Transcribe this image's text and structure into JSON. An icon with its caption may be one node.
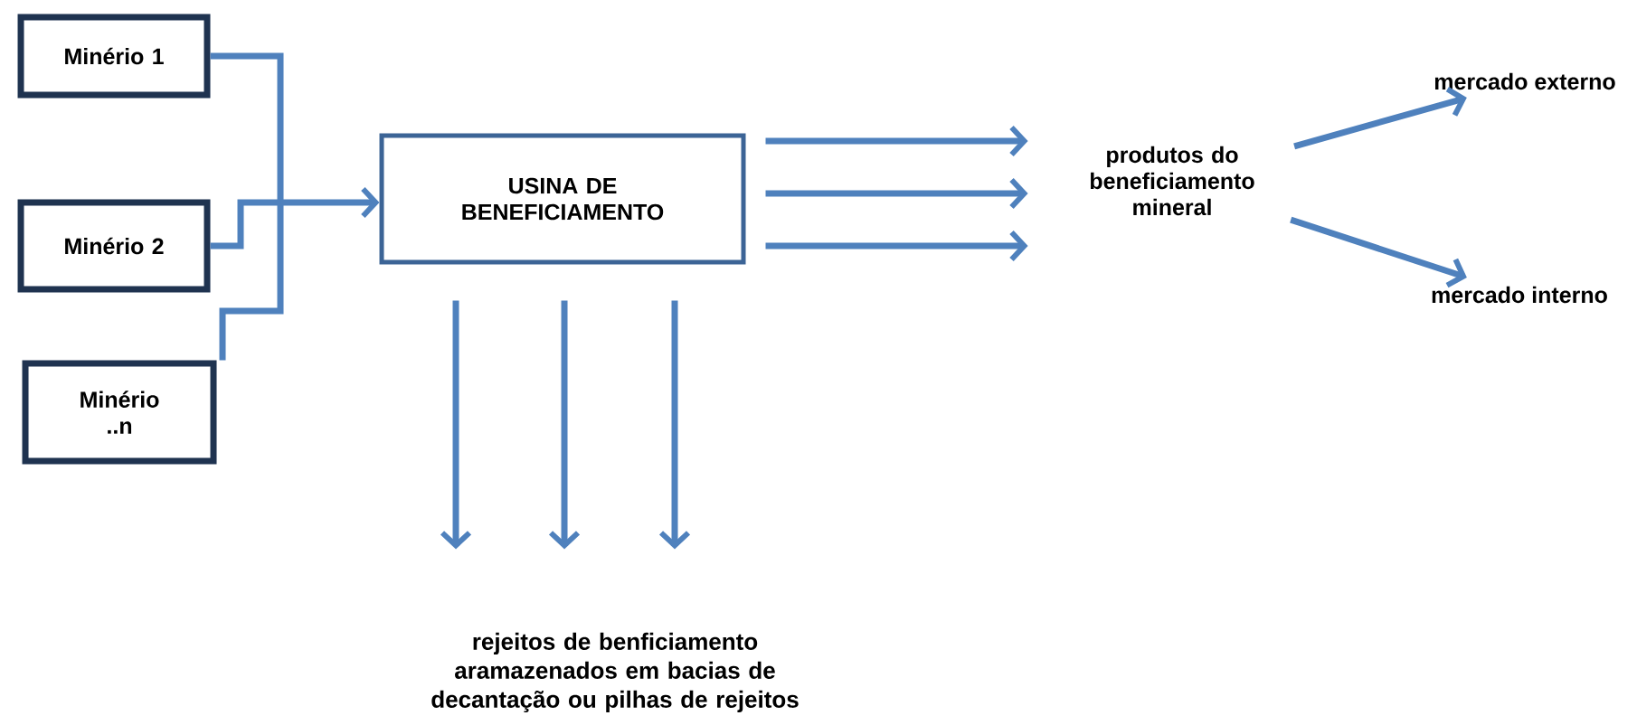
{
  "diagram": {
    "nodes": [
      {
        "text": [
          "Minério 1"
        ]
      },
      {
        "text": [
          "Minério 2"
        ]
      },
      {
        "text": [
          "Minério ..n"
        ]
      },
      {
        "text": [
          "USINA DE BENEFICIAMENTO"
        ]
      },
      {
        "text": [
          "produtos do beneficiamento mineral"
        ]
      },
      {
        "text": [
          "mercado externo"
        ]
      },
      {
        "text": [
          "mercado interno"
        ]
      },
      {
        "text": [
          "rejeitos de benficiamento aramazenados em bacias de decantação ou pilhas de rejeitos"
        ]
      }
    ],
    "edges": [
      {
        "from": 0,
        "to": 3,
        "arrow": "to"
      },
      {
        "from": 1,
        "to": 3,
        "arrow": "to"
      },
      {
        "from": 2,
        "to": 3,
        "arrow": "to"
      },
      {
        "from": 3,
        "to": 4,
        "arrow": "to"
      },
      {
        "from": 3,
        "to": 4,
        "arrow": "to"
      },
      {
        "from": 3,
        "to": 4,
        "arrow": "to"
      },
      {
        "from": 4,
        "to": 5,
        "arrow": "to"
      },
      {
        "from": 4,
        "to": 6,
        "arrow": "to"
      },
      {
        "from": 3,
        "to": 7,
        "arrow": "to"
      },
      {
        "from": 3,
        "to": 7,
        "arrow": "to"
      },
      {
        "from": 3,
        "to": 7,
        "arrow": "to"
      }
    ]
  }
}
